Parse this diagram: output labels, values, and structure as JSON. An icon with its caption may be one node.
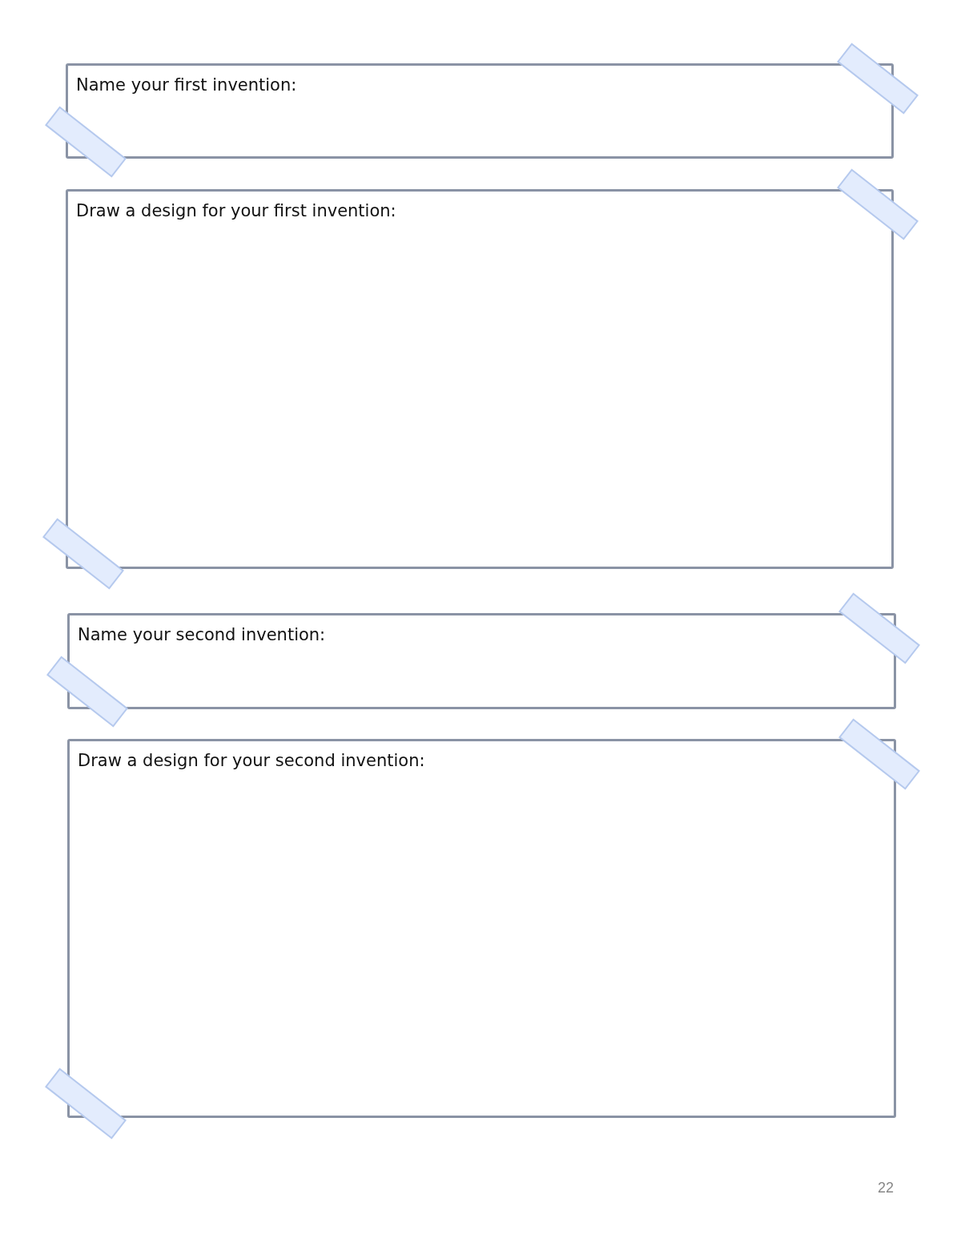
{
  "diagram": {
    "nodes": [
      {
        "text": [
          "Name your first invention:"
        ]
      },
      {
        "text": [
          "Draw a design for your first invention:"
        ]
      },
      {
        "text": [
          "Name your second invention:"
        ]
      },
      {
        "text": [
          "Draw a design for your second invention:"
        ]
      }
    ],
    "labels": [
      "22"
    ]
  }
}
